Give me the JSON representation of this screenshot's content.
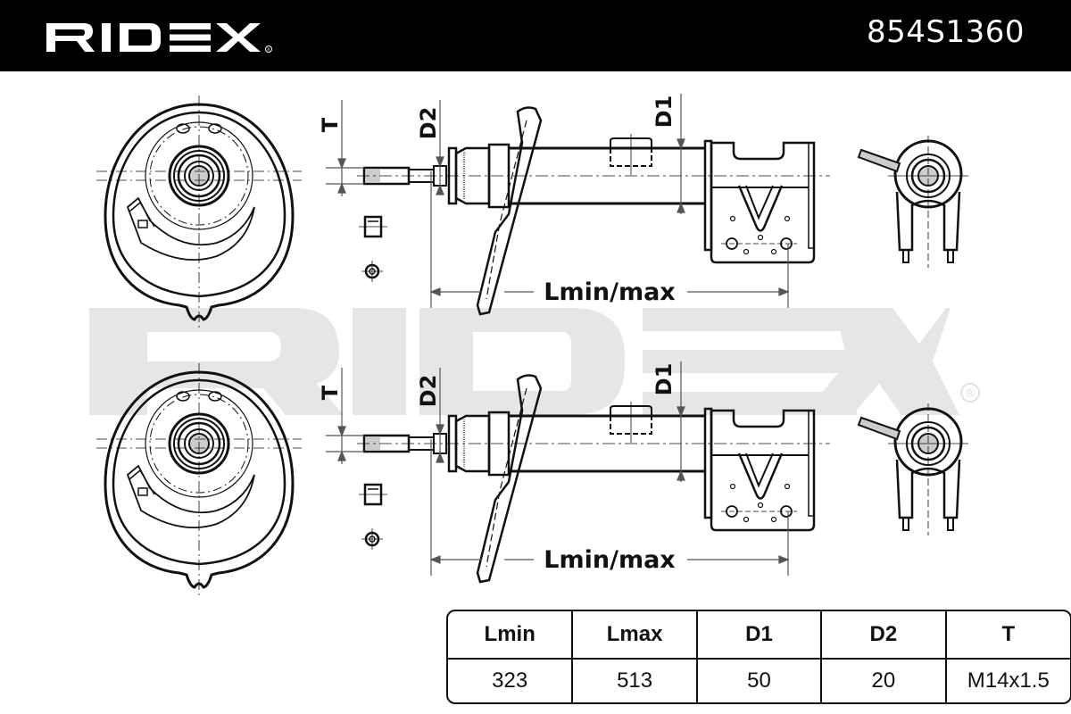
{
  "header": {
    "brand": "RIDEX",
    "part_number": "854S1360"
  },
  "watermark": {
    "text": "RIDEX",
    "registered_mark": "®",
    "color": "#e6e6e6"
  },
  "drawing": {
    "views": [
      {
        "name": "upper-assembly"
      },
      {
        "name": "lower-assembly"
      }
    ],
    "labels": {
      "thread": "T",
      "rod_diameter": "D2",
      "body_diameter": "D1",
      "length": "Lmin/max"
    }
  },
  "spec_table": {
    "headers": [
      "Lmin",
      "Lmax",
      "D1",
      "D2",
      "T"
    ],
    "rows": [
      [
        "323",
        "513",
        "50",
        "20",
        "M14x1.5"
      ]
    ]
  },
  "colors": {
    "header_bg": "#000000",
    "header_text": "#ffffff",
    "line": "#111111",
    "dimension": "#555555"
  }
}
